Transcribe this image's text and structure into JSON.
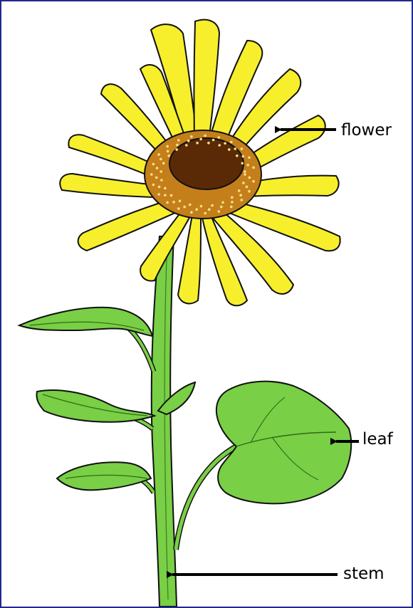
{
  "labels": {
    "flower": "flower",
    "leaf": "leaf",
    "stem": "stem"
  },
  "colors": {
    "border": "#1f2a8c",
    "petal": "#f7ef2b",
    "leaf": "#79cf45",
    "center_ring": "#c47f1b",
    "center_core": "#5a2a06",
    "outline": "#111111",
    "arrow": "#000000"
  }
}
